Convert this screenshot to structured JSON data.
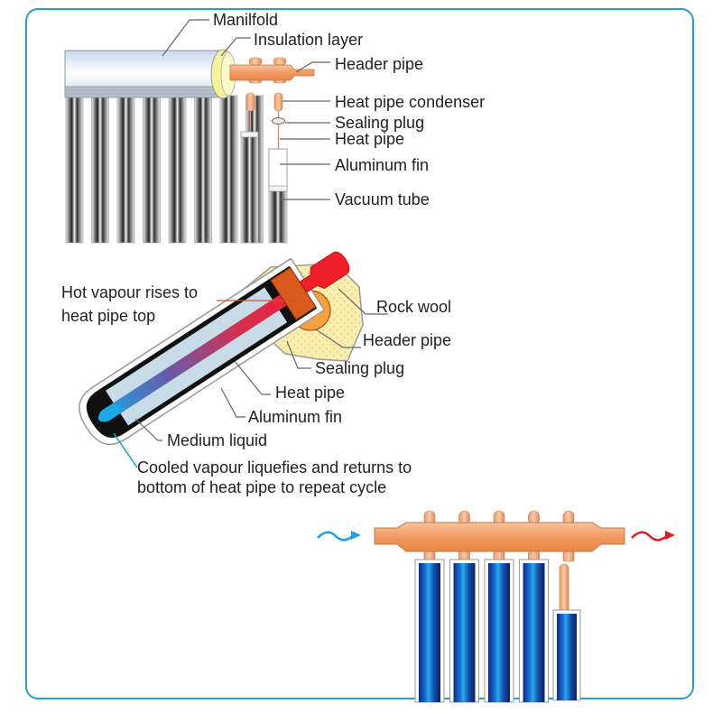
{
  "colors": {
    "frame": "#2a9fc6",
    "copper": "#f2a471",
    "copper_dark": "#c8703e",
    "insulation": "#f6f29a",
    "rock_wool": "#f8eeb0",
    "heat_red": "#e8232b",
    "cool_blue": "#1aa3e0",
    "vacuum_blue": "#1550a8",
    "inlet_arrow": "#1aa3d8",
    "outlet_arrow": "#d8202a"
  },
  "top_diagram": {
    "labels": {
      "manifold": "Manilfold",
      "insulation": "Insulation layer",
      "header_pipe": "Header pipe",
      "condenser": "Heat pipe condenser",
      "sealing_plug": "Sealing plug",
      "heat_pipe": "Heat pipe",
      "aluminum_fin": "Aluminum fin",
      "vacuum_tube": "Vacuum tube"
    }
  },
  "middle_diagram": {
    "labels": {
      "hot_vapour_line1": "Hot vapour rises to",
      "hot_vapour_line2": "heat pipe top",
      "rock_wool": "Rock wool",
      "header_pipe": "Header pipe",
      "sealing_plug": "Sealing plug",
      "heat_pipe": "Heat pipe",
      "aluminum_fin": "Aluminum fin",
      "medium_liquid": "Medium liquid",
      "cooled_line1": "Cooled vapour liquefies and returns to",
      "cooled_line2": "bottom of heat pipe to repeat cycle"
    }
  },
  "bottom_diagram": {
    "connected_tubes": 4,
    "detached_tubes": 1,
    "flow": {
      "inlet": "cold-water-in",
      "outlet": "hot-water-out"
    }
  }
}
